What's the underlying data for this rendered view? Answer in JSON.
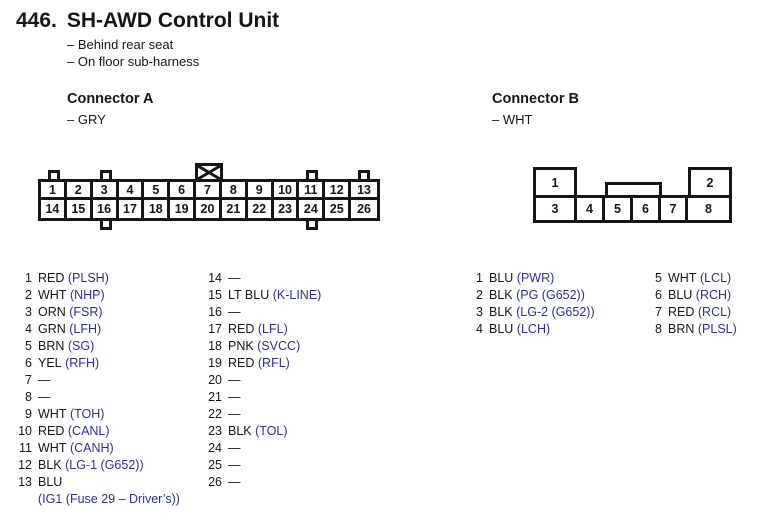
{
  "colors": {
    "ink": "#161616",
    "signal_blue": "#2e2ea0",
    "paper": "#ffffff"
  },
  "header": {
    "number": "446.",
    "title": "SH-AWD Control Unit",
    "notes": [
      "– Behind rear seat",
      "– On floor sub-harness"
    ]
  },
  "connector_a": {
    "label": "Connector A",
    "color_note": "– GRY",
    "top_cells": [
      "1",
      "2",
      "3",
      "4",
      "5",
      "6",
      "7",
      "8",
      "9",
      "10",
      "11",
      "12",
      "13"
    ],
    "bottom_cells": [
      "14",
      "15",
      "16",
      "17",
      "18",
      "19",
      "20",
      "21",
      "22",
      "23",
      "24",
      "25",
      "26"
    ],
    "keying": "crossed-box-above-pin-7",
    "pins_left": [
      {
        "n": "1",
        "color": "RED",
        "signal": "(PLSH)"
      },
      {
        "n": "2",
        "color": "WHT",
        "signal": "(NHP)"
      },
      {
        "n": "3",
        "color": "ORN",
        "signal": "(FSR)"
      },
      {
        "n": "4",
        "color": "GRN",
        "signal": "(LFH)"
      },
      {
        "n": "5",
        "color": "BRN",
        "signal": "(SG)"
      },
      {
        "n": "6",
        "color": "YEL",
        "signal": "(RFH)"
      },
      {
        "n": "7",
        "color": "—",
        "signal": ""
      },
      {
        "n": "8",
        "color": "—",
        "signal": ""
      },
      {
        "n": "9",
        "color": "WHT",
        "signal": "(TOH)"
      },
      {
        "n": "10",
        "color": "RED",
        "signal": "(CANL)"
      },
      {
        "n": "11",
        "color": "WHT",
        "signal": "(CANH)"
      },
      {
        "n": "12",
        "color": "BLK",
        "signal": "(LG-1 (G652))"
      },
      {
        "n": "13",
        "color": "BLU",
        "signal": "(IG1 (Fuse 29 – Driver’s))",
        "wrap": true
      }
    ],
    "pins_right": [
      {
        "n": "14",
        "color": "—",
        "signal": ""
      },
      {
        "n": "15",
        "color": "LT BLU",
        "signal": "(K-LINE)"
      },
      {
        "n": "16",
        "color": "—",
        "signal": ""
      },
      {
        "n": "17",
        "color": "RED",
        "signal": "(LFL)"
      },
      {
        "n": "18",
        "color": "PNK",
        "signal": "(SVCC)"
      },
      {
        "n": "19",
        "color": "RED",
        "signal": "(RFL)"
      },
      {
        "n": "20",
        "color": "—",
        "signal": ""
      },
      {
        "n": "21",
        "color": "—",
        "signal": ""
      },
      {
        "n": "22",
        "color": "—",
        "signal": ""
      },
      {
        "n": "23",
        "color": "BLK",
        "signal": "(TOL)"
      },
      {
        "n": "24",
        "color": "—",
        "signal": ""
      },
      {
        "n": "25",
        "color": "—",
        "signal": ""
      },
      {
        "n": "26",
        "color": "—",
        "signal": ""
      }
    ]
  },
  "connector_b": {
    "label": "Connector B",
    "color_note": "– WHT",
    "top_cells": [
      "1",
      "2"
    ],
    "bottom_cells": [
      "3",
      "4",
      "5",
      "6",
      "7",
      "8"
    ],
    "pins_left": [
      {
        "n": "1",
        "color": "BLU",
        "signal": "(PWR)"
      },
      {
        "n": "2",
        "color": "BLK",
        "signal": "(PG (G652))"
      },
      {
        "n": "3",
        "color": "BLK",
        "signal": "(LG-2 (G652))"
      },
      {
        "n": "4",
        "color": "BLU",
        "signal": "(LCH)"
      }
    ],
    "pins_right": [
      {
        "n": "5",
        "color": "WHT",
        "signal": "(LCL)"
      },
      {
        "n": "6",
        "color": "BLU",
        "signal": "(RCH)"
      },
      {
        "n": "7",
        "color": "RED",
        "signal": "(RCL)"
      },
      {
        "n": "8",
        "color": "BRN",
        "signal": "(PLSL)"
      }
    ]
  }
}
